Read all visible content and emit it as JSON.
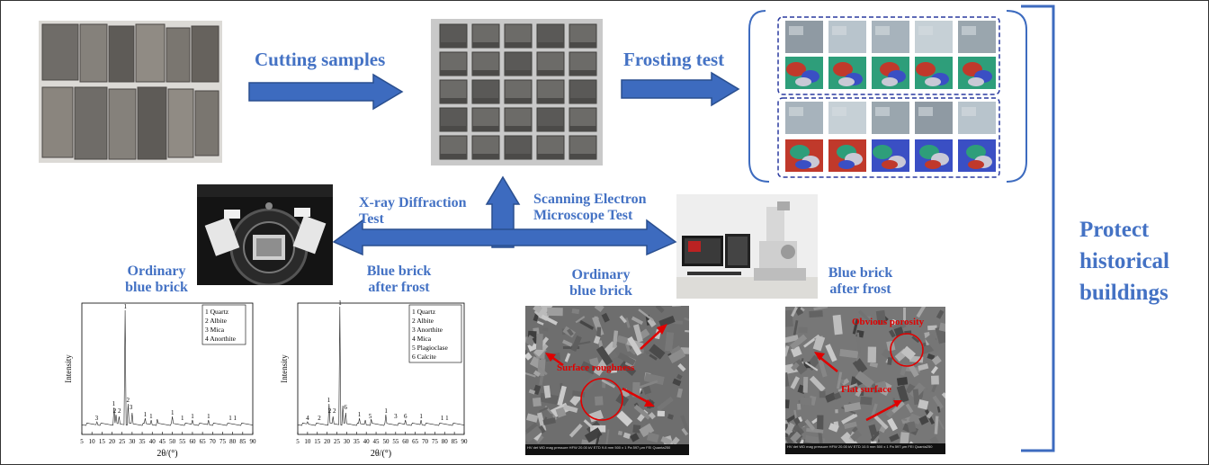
{
  "steps": {
    "cutting": "Cutting samples",
    "frosting": "Frosting test",
    "xrd": "X-ray Diffraction Test",
    "sem": "Scanning Electron Microscope Test"
  },
  "goal": "Protect historical buildings",
  "xrd_left": {
    "title": "Ordinary blue brick",
    "ylabel": "Intensity",
    "xlabel": "2θ/(°)",
    "legend": [
      "1  Quartz",
      "2  Albite",
      "3  Mica",
      "4  Anorthite"
    ],
    "xticks": [
      "5",
      "10",
      "15",
      "20",
      "25",
      "30",
      "35",
      "40",
      "45",
      "50",
      "55",
      "60",
      "65",
      "70",
      "75",
      "80",
      "85",
      "90"
    ]
  },
  "xrd_right": {
    "title": "Blue brick after frost",
    "ylabel": "Intensity",
    "xlabel": "2θ/(°)",
    "legend": [
      "1  Quartz",
      "2  Albite",
      "3  Anorthite",
      "4  Mica",
      "5  Plagioclase",
      "6  Calcite"
    ],
    "xticks": [
      "5",
      "10",
      "15",
      "20",
      "25",
      "30",
      "35",
      "40",
      "45",
      "50",
      "55",
      "60",
      "65",
      "70",
      "75",
      "80",
      "85",
      "90"
    ]
  },
  "sem_left": {
    "title": "Ordinary blue brick",
    "annotation": "Surface roughness",
    "footer": "HV   det   WD   mag   pressure   HFW   20.00 kV ETD 9.8 mm 500 x 1 Pa 597 μm FEI Quanta250"
  },
  "sem_right": {
    "title": "Blue brick after frost",
    "annotations": [
      "Obvious porosity",
      "Flat surface"
    ],
    "footer": "HV   det   WD   mag   pressure   HFW   20.00 kV ETD 10.5 mm 500 x 1 Pa 597 μm FEI Quanta250"
  },
  "colors": {
    "label_blue": "#4472c4",
    "arrow_blue": "#3d6bbf",
    "arrow_edge": "#2a4f8f",
    "annotation_red": "#e00000"
  },
  "icons": [
    "right-arrow-icon",
    "up-arrow-icon",
    "left-arrow-icon",
    "bracket-icon"
  ]
}
